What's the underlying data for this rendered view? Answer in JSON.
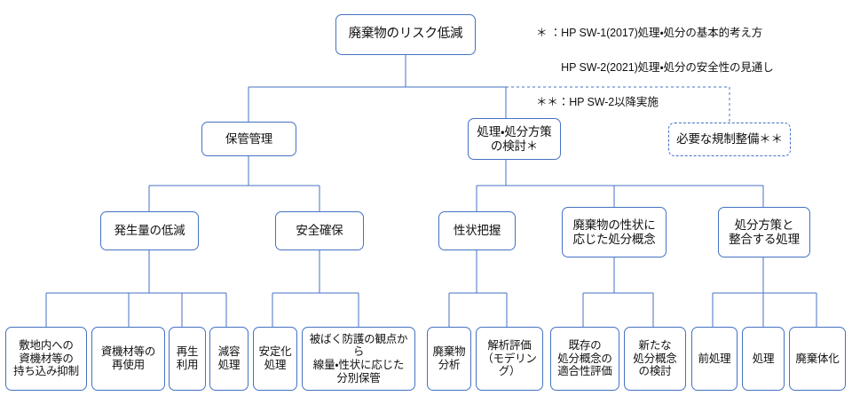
{
  "diagram": {
    "type": "tree",
    "title_node": "廃棄物のリスク低減",
    "accent_color": "#4472C4",
    "text_color": "#111111",
    "background": "#ffffff"
  },
  "legend": {
    "lines": [
      "＊ ：HP SW-1(2017)処理・処分の基本的考え方",
      "　　 HP SW-2(2021)処理・処分の安全性の見通し",
      "＊＊：HP SW-2以降実施"
    ]
  },
  "nodes": {
    "root": {
      "label": "廃棄物のリスク低減",
      "style": "solid"
    },
    "l2": [
      {
        "label": "保管管理",
        "style": "solid"
      },
      {
        "label": "処理・処分方策\nの検討＊",
        "style": "solid"
      },
      {
        "label": "必要な規制整備＊＊",
        "style": "dashed"
      }
    ],
    "l3": [
      {
        "label": "発生量の低減",
        "style": "solid"
      },
      {
        "label": "安全確保",
        "style": "solid"
      },
      {
        "label": "性状把握",
        "style": "solid"
      },
      {
        "label": "廃棄物の性状に\n応じた処分概念",
        "style": "solid"
      },
      {
        "label": "処分方策と\n整合する処理",
        "style": "solid"
      }
    ],
    "l4": [
      {
        "label": "敷地内への\n資機材等の\n持ち込み抑制",
        "style": "solid"
      },
      {
        "label": "資機材等の\n再使用",
        "style": "solid"
      },
      {
        "label": "再生\n利用",
        "style": "solid"
      },
      {
        "label": "減容\n処理",
        "style": "solid"
      },
      {
        "label": "安定化\n処理",
        "style": "solid"
      },
      {
        "label": "被ばく防護の観点から\n線量・性状に応じた\n分別保管",
        "style": "solid"
      },
      {
        "label": "廃棄物\n分析",
        "style": "solid"
      },
      {
        "label": "解析評価\n（モデリング）",
        "style": "solid"
      },
      {
        "label": "既存の\n処分概念の\n適合性評価",
        "style": "solid"
      },
      {
        "label": "新たな\n処分概念\nの検討",
        "style": "solid"
      },
      {
        "label": "前処理",
        "style": "solid"
      },
      {
        "label": "処理",
        "style": "solid"
      },
      {
        "label": "廃棄体化",
        "style": "solid"
      }
    ]
  }
}
